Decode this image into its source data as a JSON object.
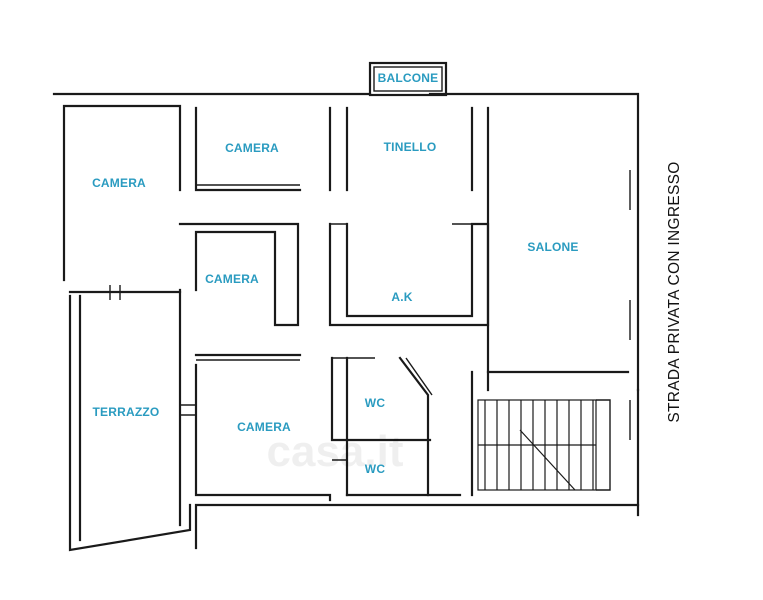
{
  "rooms": {
    "balcone": "BALCONE",
    "camera_top": "CAMERA",
    "tinello": "TINELLO",
    "camera_left": "CAMERA",
    "salone": "SALONE",
    "camera_mid": "CAMERA",
    "ak": "A.K",
    "terrazzo": "TERRAZZO",
    "wc_top": "WC",
    "camera_bottom": "CAMERA",
    "wc_bottom": "WC"
  },
  "street_label": "STRADA PRIVATA CON INGRESSO",
  "watermark": "casa.it",
  "colors": {
    "label": "#2a9bc0",
    "walls": "#1a1a1a"
  }
}
